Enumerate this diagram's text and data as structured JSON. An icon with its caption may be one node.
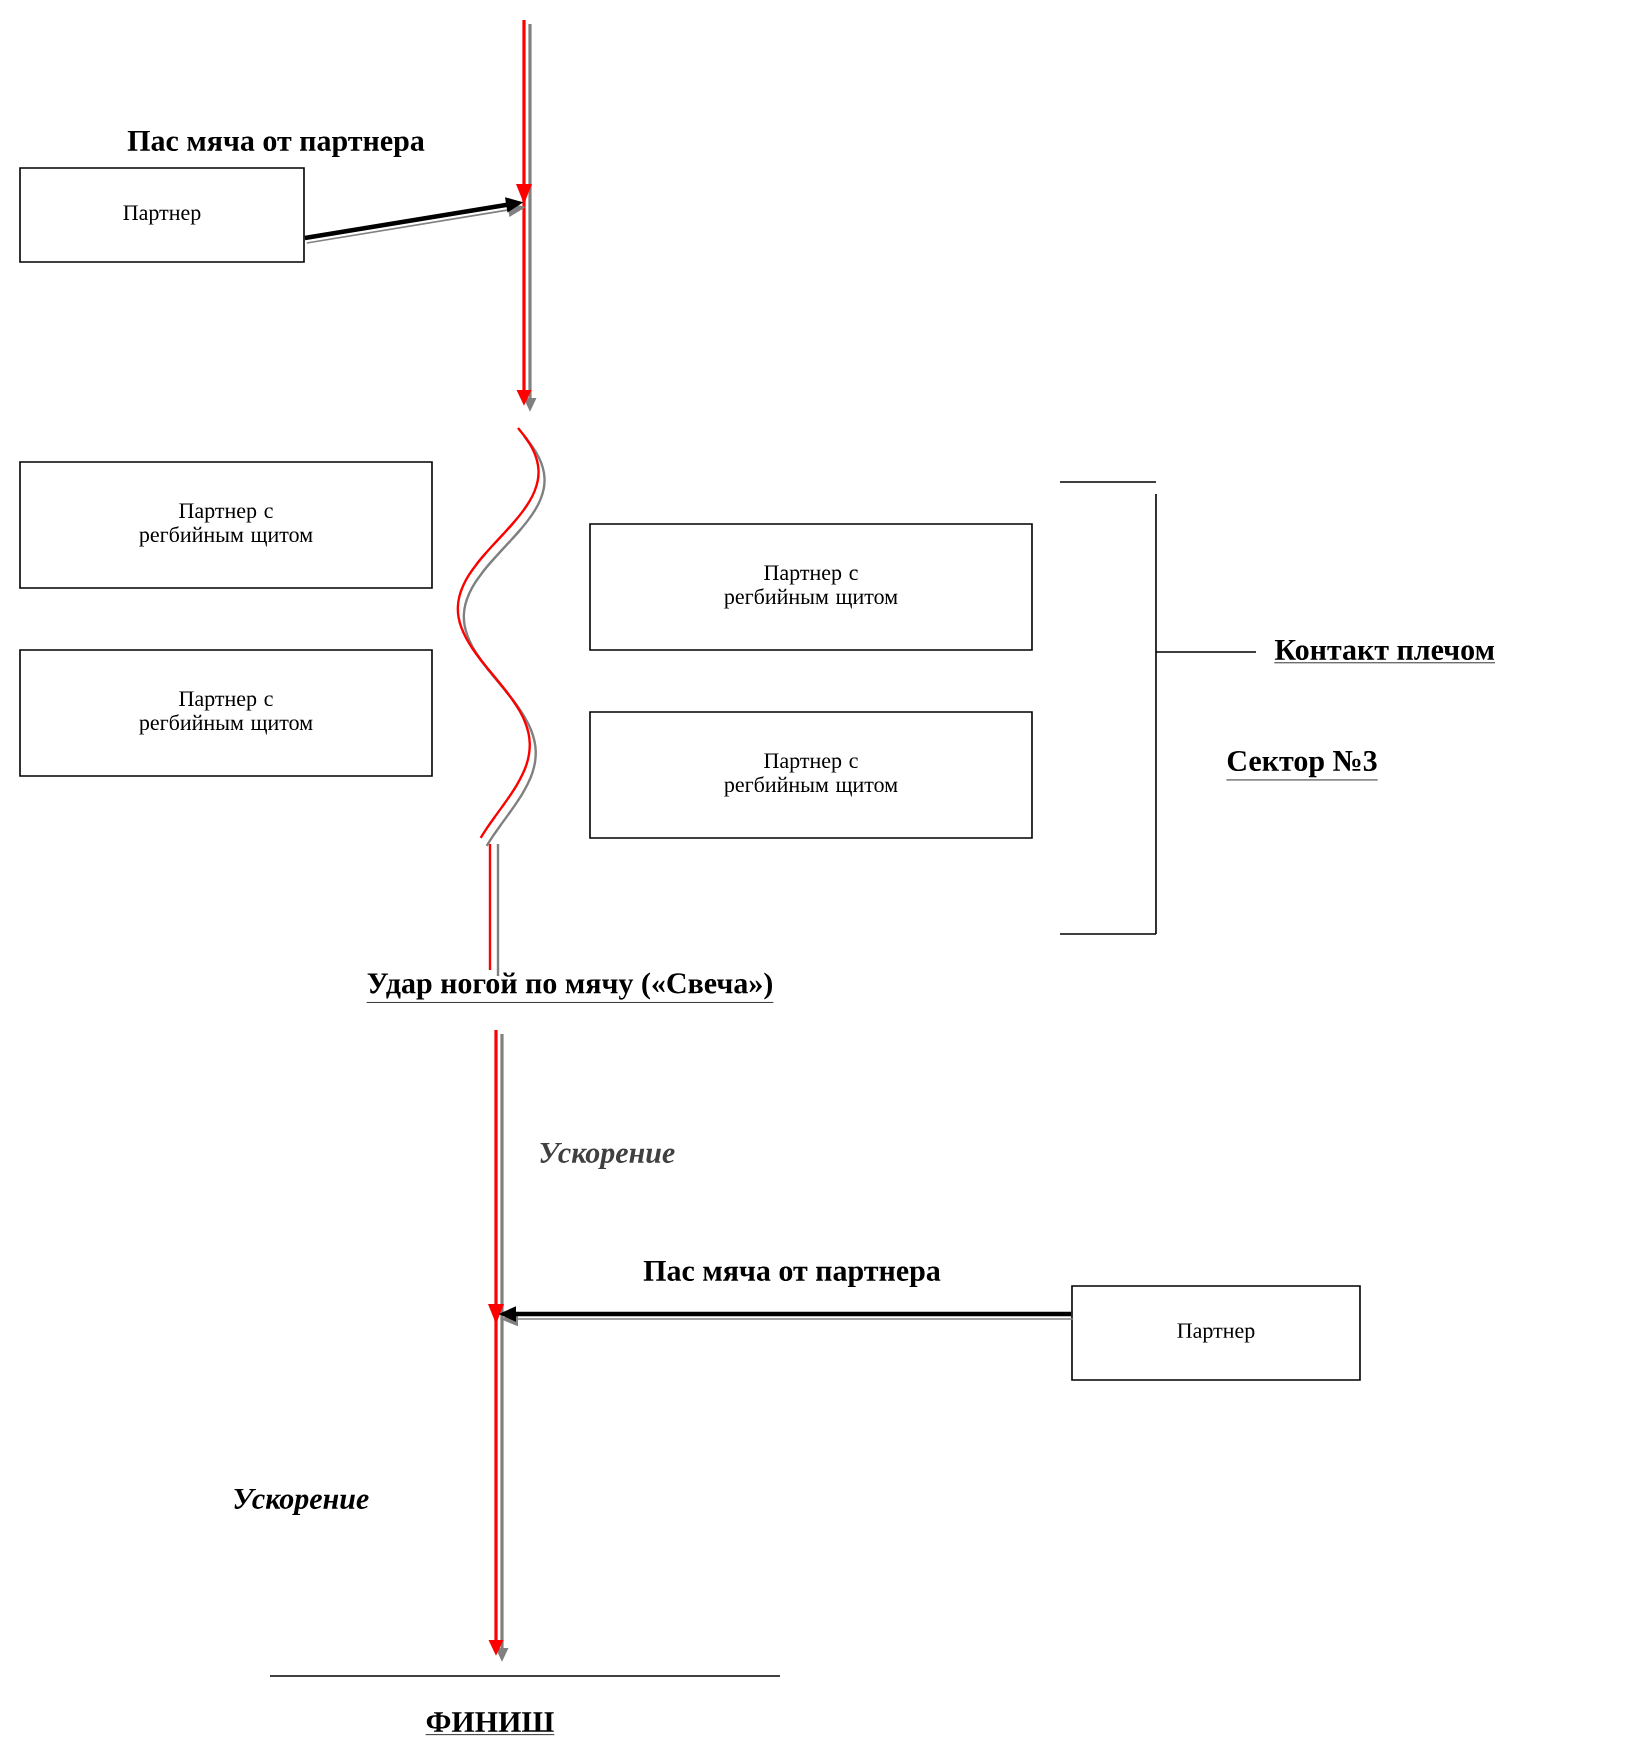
{
  "diagram": {
    "nodes": [
      {
        "text": [
          "Партнер"
        ]
      },
      {
        "text": [
          "Партнер с регбийным щитом"
        ]
      },
      {
        "text": [
          "Партнер с регбийным щитом"
        ]
      },
      {
        "text": [
          "Партнер с регбийным щитом"
        ]
      },
      {
        "text": [
          "Партнер с регбийным щитом"
        ]
      },
      {
        "text": [
          "Партнер"
        ]
      }
    ],
    "edges": [
      {
        "from": 0,
        "to": null,
        "arrow": "to",
        "label": "Пас мяча от партнера"
      },
      {
        "from": 5,
        "to": null,
        "arrow": "to",
        "label": "Пас мяча от партнера"
      }
    ],
    "labels": [
      "Контакт плечом",
      "Сектор №3",
      "Удар ногой по мячу («Свеча»)",
      "Ускорение",
      "Ускорение",
      "ФИНИШ"
    ]
  }
}
